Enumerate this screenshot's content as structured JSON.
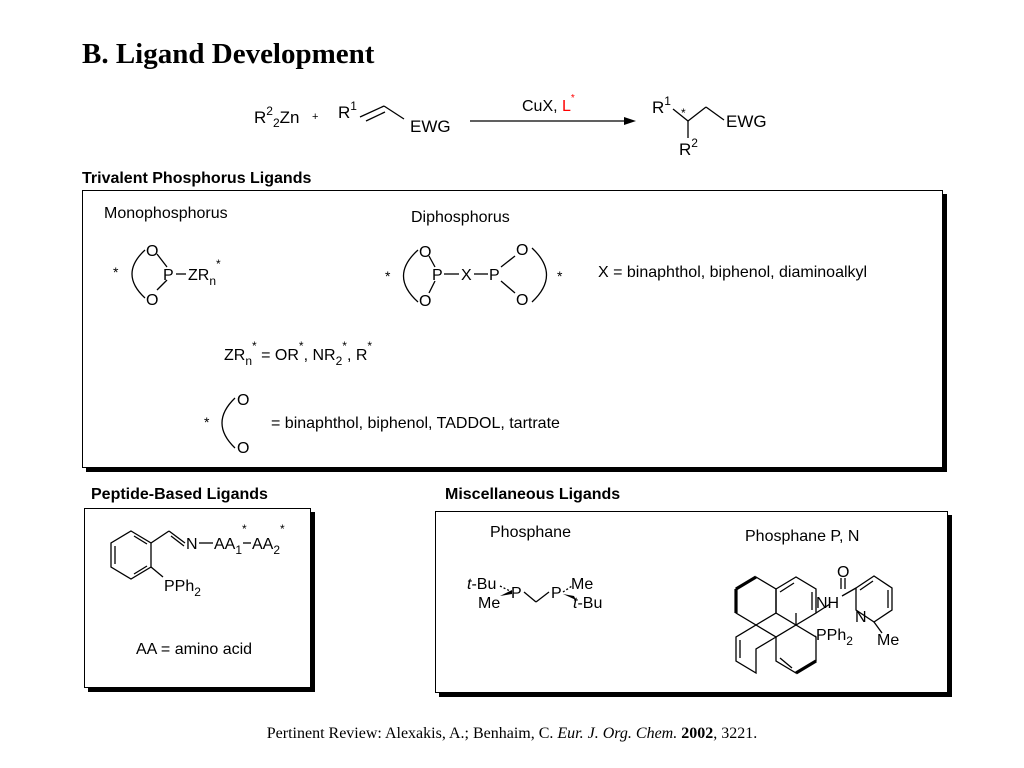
{
  "page": {
    "title": "B. Ligand Development",
    "reference": {
      "prefix": "Pertinent Review: Alexakis, A.; Benhaim, C. ",
      "journal": "Eur. J. Org. Chem.",
      "year": "2002",
      "pages": ", 3221."
    }
  },
  "reaction": {
    "zinc_reagent": {
      "r": "R",
      "sup": "2",
      "sub": "2",
      "rest": "Zn"
    },
    "plus": "+",
    "substrate_r": "R",
    "substrate_sup": "1",
    "ewg": "EWG",
    "conditions": "CuX, ",
    "ligand": "L",
    "star": "*",
    "product_r1": "R",
    "product_r1_sup": "1",
    "product_r2": "R",
    "product_r2_sup": "2",
    "product_ewg": "EWG",
    "ligand_color": "#ff0000"
  },
  "trivalent": {
    "heading": "Trivalent Phosphorus Ligands",
    "monophosphorus": "Monophosphorus",
    "diphosphorus": "Diphosphorus",
    "x_definition": "X = binaphthol, biphenol, diaminoalkyl",
    "star": "*",
    "oxygen": "O",
    "phosphorus": "P",
    "x": "X",
    "zr": "ZR",
    "n": "n",
    "zr_line": {
      "zr": "ZR",
      "n": "n",
      "eq_or": " = OR",
      "nr": ", NR",
      "two": "2",
      "r": ", R"
    },
    "diol_definition": "= binaphthol, biphenol, TADDOL, tartrate"
  },
  "peptide": {
    "heading": "Peptide-Based Ligands",
    "n": "N",
    "aa": "AA",
    "one": "1",
    "two": "2",
    "star": "*",
    "pph": "PPh",
    "definition": "AA = amino acid"
  },
  "misc": {
    "heading": "Miscellaneous Ligands",
    "phosphane": "Phosphane",
    "phosphane_pn": "Phosphane P, N",
    "t": "t",
    "bu": "-Bu",
    "me": "Me",
    "p": "P",
    "o": "O",
    "nh": "NH",
    "n": "N",
    "pph": "PPh",
    "two": "2"
  }
}
